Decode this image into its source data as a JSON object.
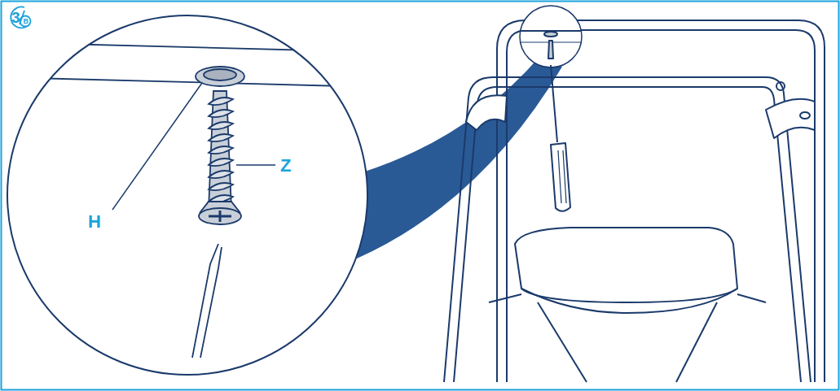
{
  "diagram": {
    "labels": [
      "3",
      "B",
      "H",
      "Z"
    ]
  }
}
